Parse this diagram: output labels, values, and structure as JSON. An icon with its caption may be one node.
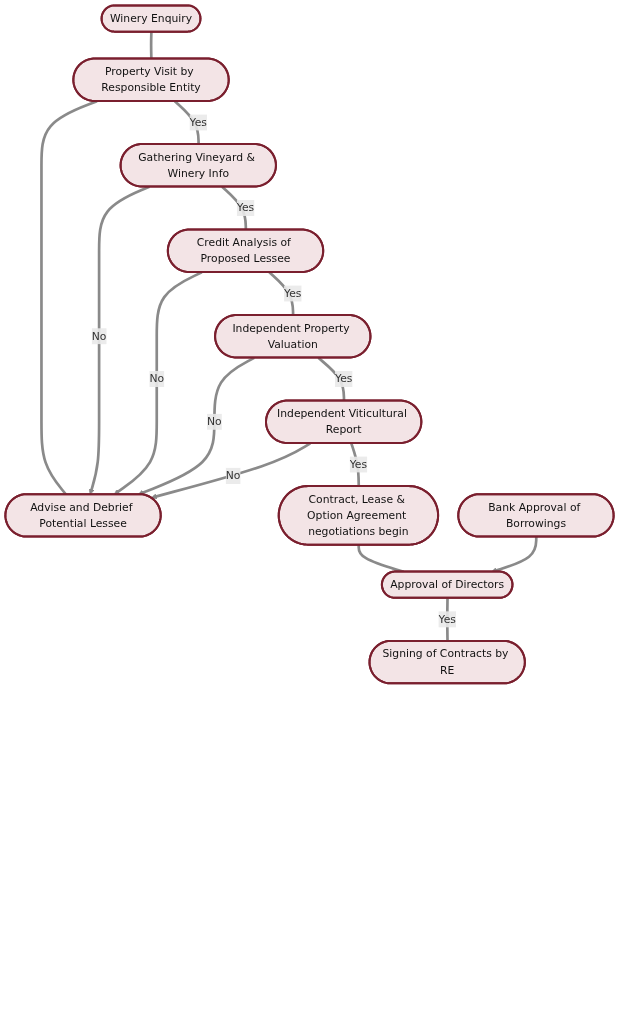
{
  "diagram": {
    "nodes": [
      {
        "text": [
          "Winery Enquiry"
        ]
      },
      {
        "text": [
          "Advise and Debrief Potential Lessee"
        ]
      },
      {
        "text": [
          "Property Visit by Responsible Entity"
        ]
      },
      {
        "text": [
          "Gathering Vineyard & Winery Info"
        ]
      },
      {
        "text": [
          "Credit Analysis of Proposed Lessee"
        ]
      },
      {
        "text": [
          "Independent Property Valuation"
        ]
      },
      {
        "text": [
          "Independent Viticultural Report"
        ]
      },
      {
        "text": [
          "Contract, Lease & Option Agreement negotiations begin"
        ]
      },
      {
        "text": [
          "Bank Approval of Borrowings"
        ]
      },
      {
        "text": [
          "Approval of Directors"
        ]
      },
      {
        "text": [
          "Signing of Contracts by RE"
        ]
      }
    ],
    "edges": [
      {
        "from": 0,
        "to": 2,
        "arrow": "none"
      },
      {
        "from": 2,
        "to": 1,
        "arrow": "none"
      },
      {
        "from": 2,
        "to": 3,
        "label": "Yes",
        "arrow": "none"
      },
      {
        "from": 3,
        "to": 1,
        "label": "No",
        "arrow": "to"
      },
      {
        "from": 3,
        "to": 4,
        "label": "Yes",
        "arrow": "none"
      },
      {
        "from": 4,
        "to": 1,
        "label": "No",
        "arrow": "to"
      },
      {
        "from": 4,
        "to": 5,
        "label": "Yes",
        "arrow": "none"
      },
      {
        "from": 5,
        "to": 1,
        "label": "No",
        "arrow": "to"
      },
      {
        "from": 5,
        "to": 6,
        "label": "Yes",
        "arrow": "none"
      },
      {
        "from": 6,
        "to": 1,
        "label": "No",
        "arrow": "to"
      },
      {
        "from": 6,
        "to": 7,
        "label": "Yes",
        "arrow": "none"
      },
      {
        "from": 7,
        "to": 9,
        "arrow": "none"
      },
      {
        "from": 8,
        "to": 9,
        "arrow": "to"
      },
      {
        "from": 9,
        "to": 10,
        "label": "Yes",
        "arrow": "none"
      }
    ]
  }
}
